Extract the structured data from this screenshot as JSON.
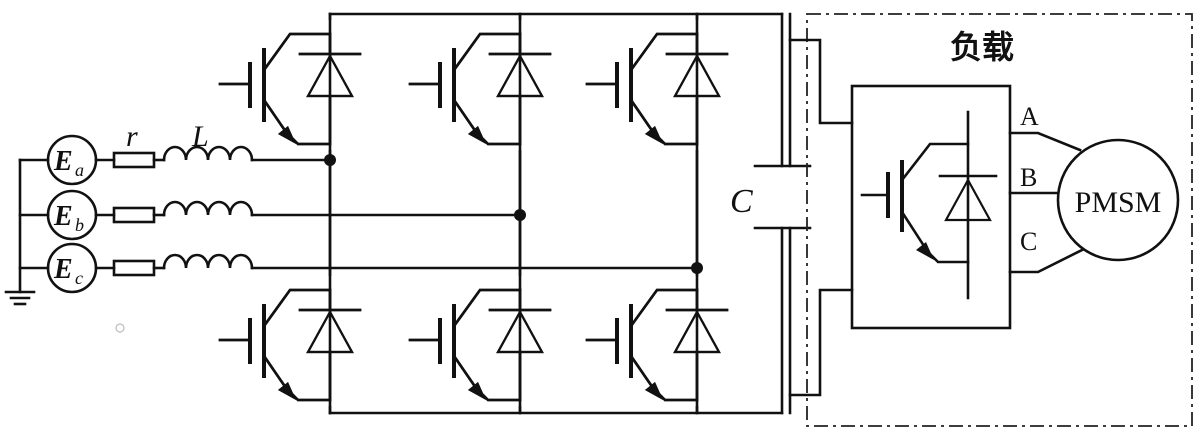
{
  "labels": {
    "load": "负载",
    "resistor": "r",
    "inductor": "L",
    "capacitor": "C",
    "motor": "PMSM",
    "phase_a": "A",
    "phase_b": "B",
    "phase_c": "C",
    "source_a_main": "E",
    "source_a_sub": "a",
    "source_b_main": "E",
    "source_b_sub": "b",
    "source_c_main": "E",
    "source_c_sub": "c"
  },
  "colors": {
    "line": "#111111",
    "background": "#ffffff"
  }
}
